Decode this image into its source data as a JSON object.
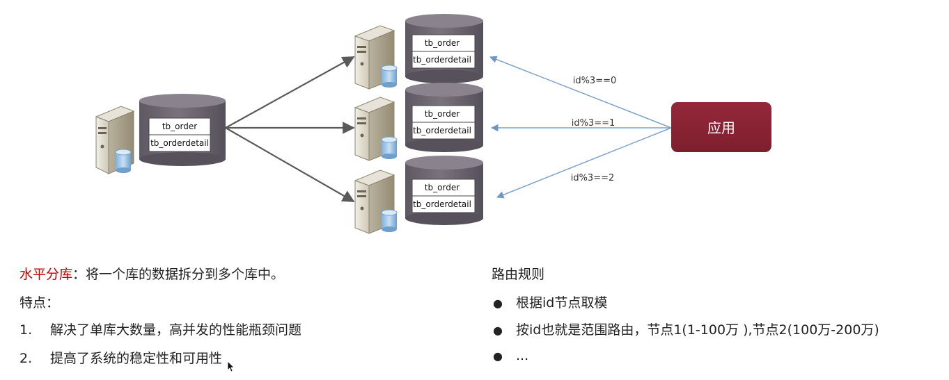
{
  "diagram": {
    "source_db": {
      "tables": [
        "tb_order",
        "tb_orderdetail"
      ]
    },
    "shards": [
      {
        "tables": [
          "tb_order",
          "tb_orderdetail"
        ]
      },
      {
        "tables": [
          "tb_order",
          "tb_orderdetail"
        ]
      },
      {
        "tables": [
          "tb_order",
          "tb_orderdetail"
        ]
      }
    ],
    "app_label": "应用",
    "route_labels": [
      "id%3==0",
      "id%3==1",
      "id%3==2"
    ],
    "colors": {
      "app_box": "#8b2333",
      "db_cylinder": "#6d6670",
      "route_arrow": "#7ea2c8",
      "split_arrow": "#595959"
    }
  },
  "text": {
    "intro_keyword": "水平分库",
    "intro_rest": "：将一个库的数据拆分到多个库中。",
    "features_title": "特点：",
    "features": [
      {
        "num": "1.",
        "text": "解决了单库大数量，高并发的性能瓶颈问题"
      },
      {
        "num": "2.",
        "text": "提高了系统的稳定性和可用性"
      }
    ],
    "rules_title": "路由规则",
    "rules": [
      {
        "bullet": "●",
        "text": "根据id节点取模"
      },
      {
        "bullet": "●",
        "text": "按id也就是范围路由，节点1(1-100万 ),节点2(100万-200万)"
      },
      {
        "bullet": "●",
        "text": "..."
      }
    ]
  }
}
